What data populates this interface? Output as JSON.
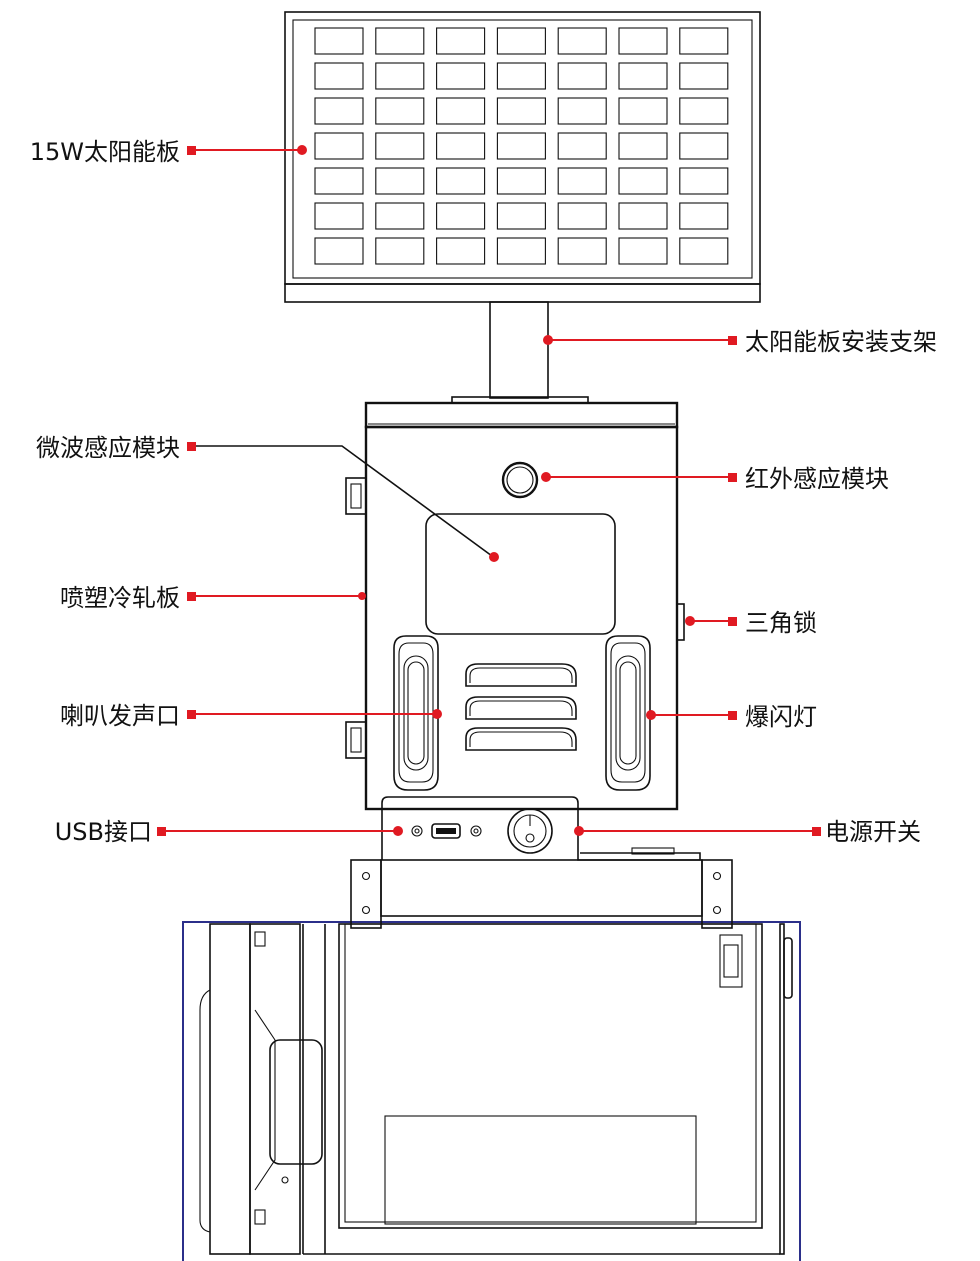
{
  "labels": {
    "solar_panel": "15W太阳能板",
    "panel_bracket": "太阳能板安装支架",
    "microwave_sensor": "微波感应模块",
    "infrared_sensor": "红外感应模块",
    "cold_rolled_plate": "喷塑冷轧板",
    "triangle_lock": "三角锁",
    "speaker_outlet": "喇叭发声口",
    "strobe_light": "爆闪灯",
    "usb_port": "USB接口",
    "power_switch": "电源开关"
  },
  "colors": {
    "leader_red": "#e01a22",
    "line_dark": "#111111",
    "frame_blue": "#2b2f8a"
  }
}
